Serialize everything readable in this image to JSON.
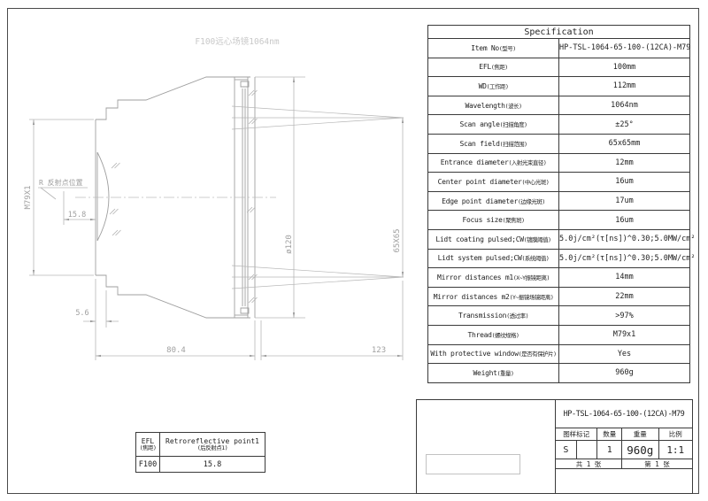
{
  "drawing": {
    "top_label": "F100远心场镜1064nm",
    "dim_m79": "M79X1",
    "reflect_label": "R 反射点位置",
    "dim_15_8": "15.8",
    "dim_5_6": "5.6",
    "dim_80_4": "80.4",
    "dim_123": "123",
    "dim_phi120": "ø120",
    "dim_65x65": "65X65"
  },
  "spec_table": {
    "title": "Specification",
    "rows": [
      {
        "en": "Item No",
        "cn": "(型号)",
        "value": "HP-TSL-1064-65-100-(12CA)-M79"
      },
      {
        "en": "EFL",
        "cn": "(焦距)",
        "value": "100mm"
      },
      {
        "en": "WD",
        "cn": "(工作距)",
        "value": "112mm"
      },
      {
        "en": "Wavelength",
        "cn": "(波长)",
        "value": "1064nm"
      },
      {
        "en": "Scan angle",
        "cn": "(扫描角度)",
        "value": "±25°"
      },
      {
        "en": "Scan field",
        "cn": "(扫描范围)",
        "value": "65x65mm"
      },
      {
        "en": "Entrance diameter",
        "cn": "(入射光束直径)",
        "value": "12mm"
      },
      {
        "en": "Center point diameter",
        "cn": "(中心光斑)",
        "value": "16um"
      },
      {
        "en": "Edge point diameter",
        "cn": "(边缘光斑)",
        "value": "17um"
      },
      {
        "en": "Focus size",
        "cn": "(聚焦斑)",
        "value": "16um"
      },
      {
        "en": "Lidt coating pulsed;CW",
        "cn": "(镀膜阈值)",
        "value": "5.0j/cm²(τ[ns])^0.30;5.0MW/cm²"
      },
      {
        "en": "Lidt system pulsed;CW",
        "cn": "(系统阈值)",
        "value": "5.0j/cm²(τ[ns])^0.30;5.0MW/cm²"
      },
      {
        "en": "Mirror distances m1",
        "cn": "(X~Y振镜距离)",
        "value": "14mm"
      },
      {
        "en": "Mirror distances m2",
        "cn": "(Y~振镜场镜距离)",
        "value": "22mm"
      },
      {
        "en": "Transmission",
        "cn": "(透过率)",
        "value": ">97%"
      },
      {
        "en": "Thread",
        "cn": "(螺纹规格)",
        "value": "M79x1"
      },
      {
        "en": "With protective window",
        "cn": "(是否有保护片)",
        "value": "Yes"
      },
      {
        "en": "Weight",
        "cn": "(重量)",
        "value": "960g"
      }
    ]
  },
  "efl_table": {
    "col1_header": "EFL",
    "col1_sub": "(焦距)",
    "col2_header": "Retroreflective point1",
    "col2_sub": "(后反射点1)",
    "col1_value": "F100",
    "col2_value": "15.8"
  },
  "title_block": {
    "item_no": "HP-TSL-1064-65-100-(12CA)-M79",
    "header_mark": "图样标记",
    "header_qty": "数量",
    "header_weight": "重量",
    "header_scale": "比例",
    "value_mark": "S",
    "value_qty": "1",
    "value_weight": "960g",
    "value_scale": "1:1",
    "sheets_total": "共 1 张",
    "sheet_no": "第 1 张"
  }
}
